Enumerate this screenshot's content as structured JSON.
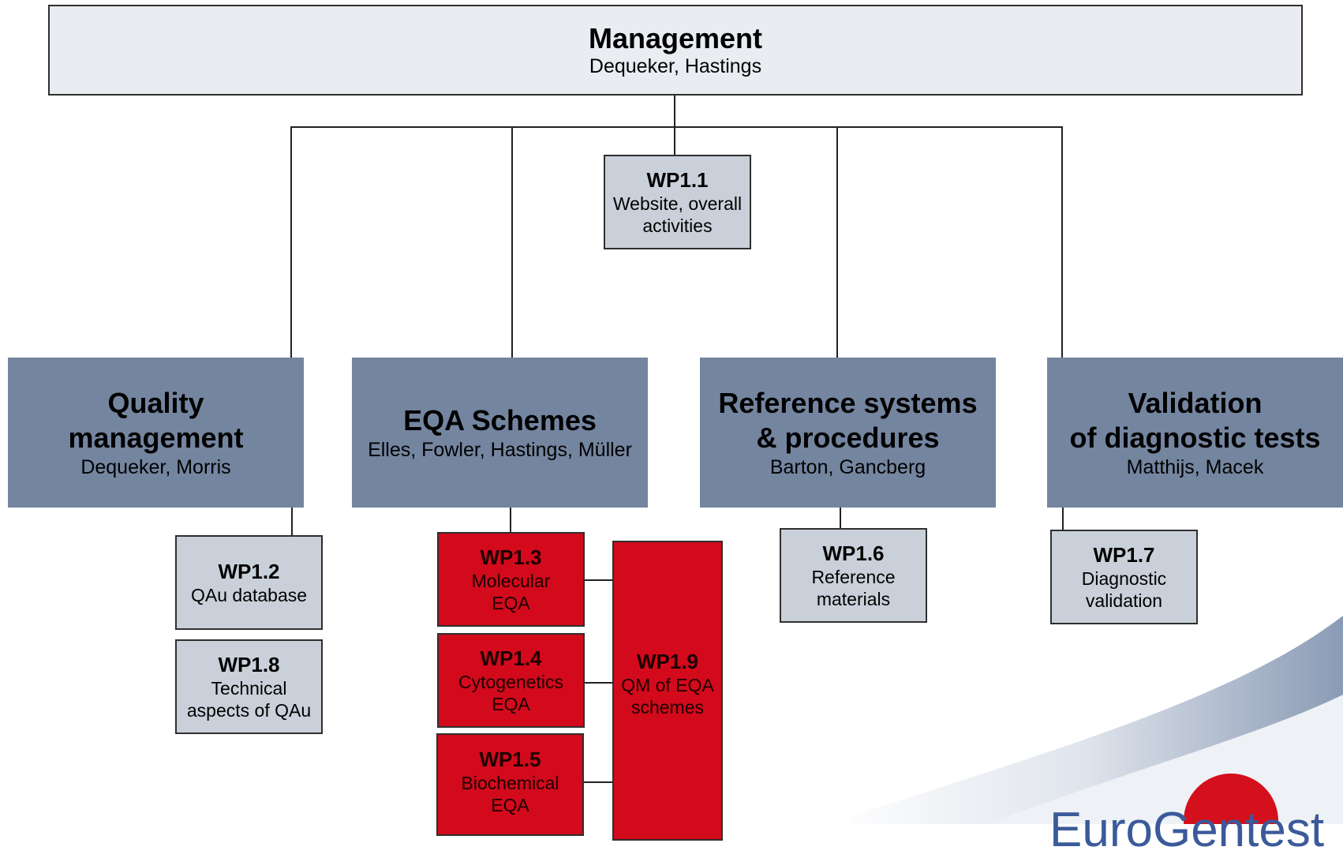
{
  "management": {
    "title": "Management",
    "leaders": "Dequeker, Hastings"
  },
  "wp1_1": {
    "id": "WP1.1",
    "line1": "Website, overall",
    "line2": "activities"
  },
  "areas": {
    "quality": {
      "title1": "Quality",
      "title2": "management",
      "leaders": "Dequeker, Morris"
    },
    "eqa": {
      "title": "EQA Schemes",
      "leaders": "Elles, Fowler, Hastings, Müller"
    },
    "reference": {
      "title1": "Reference systems",
      "title2": "& procedures",
      "leaders": "Barton, Gancberg"
    },
    "validation": {
      "title1": "Validation",
      "title2": "of diagnostic tests",
      "leaders": "Matthijs, Macek"
    }
  },
  "wp1_2": {
    "id": "WP1.2",
    "line1": "QAu database"
  },
  "wp1_8": {
    "id": "WP1.8",
    "line1": "Technical",
    "line2": "aspects of QAu"
  },
  "wp1_3": {
    "id": "WP1.3",
    "line1": "Molecular",
    "line2": "EQA"
  },
  "wp1_4": {
    "id": "WP1.4",
    "line1": "Cytogenetics",
    "line2": "EQA"
  },
  "wp1_5": {
    "id": "WP1.5",
    "line1": "Biochemical",
    "line2": "EQA"
  },
  "wp1_9": {
    "id": "WP1.9",
    "line1": "QM of EQA",
    "line2": "schemes"
  },
  "wp1_6": {
    "id": "WP1.6",
    "line1": "Reference",
    "line2": "materials"
  },
  "wp1_7": {
    "id": "WP1.7",
    "line1": "Diagnostic",
    "line2": "validation"
  },
  "logo": {
    "text": "EuroGentest"
  },
  "colors": {
    "management": "#e9ecf0",
    "workpackage": "#c9d0d9",
    "area": "#7485a0",
    "eqa_red": "#d20a1c"
  }
}
